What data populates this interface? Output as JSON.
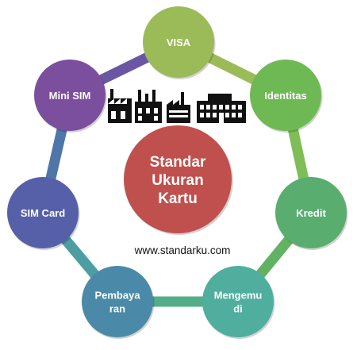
{
  "center": {
    "lines": [
      "Standar",
      "Ukuran",
      "Kartu"
    ],
    "color": "#c0504d"
  },
  "nodes": [
    {
      "lines": [
        "VISA"
      ],
      "color": "#9bbb59"
    },
    {
      "lines": [
        "Identitas"
      ],
      "color": "#6fb955"
    },
    {
      "lines": [
        "Kredit"
      ],
      "color": "#59ad6e"
    },
    {
      "lines": [
        "Mengemu",
        "di"
      ],
      "color": "#4fae9e"
    },
    {
      "lines": [
        "Pembaya",
        "ran"
      ],
      "color": "#4a8aa8"
    },
    {
      "lines": [
        "SIM Card"
      ],
      "color": "#5560a8"
    },
    {
      "lines": [
        "Mini SIM"
      ],
      "color": "#7c4f9e"
    }
  ],
  "ring_arcs": [
    {
      "color": "#9bbb59"
    },
    {
      "color": "#7fbd57"
    },
    {
      "color": "#62b263"
    },
    {
      "color": "#52ad88"
    },
    {
      "color": "#4c9ea3"
    },
    {
      "color": "#4f76a8"
    },
    {
      "color": "#6a56a3"
    }
  ],
  "illustration": {
    "icon": "factory-buildings-icon"
  },
  "website": {
    "url": "www.standarku.com"
  }
}
